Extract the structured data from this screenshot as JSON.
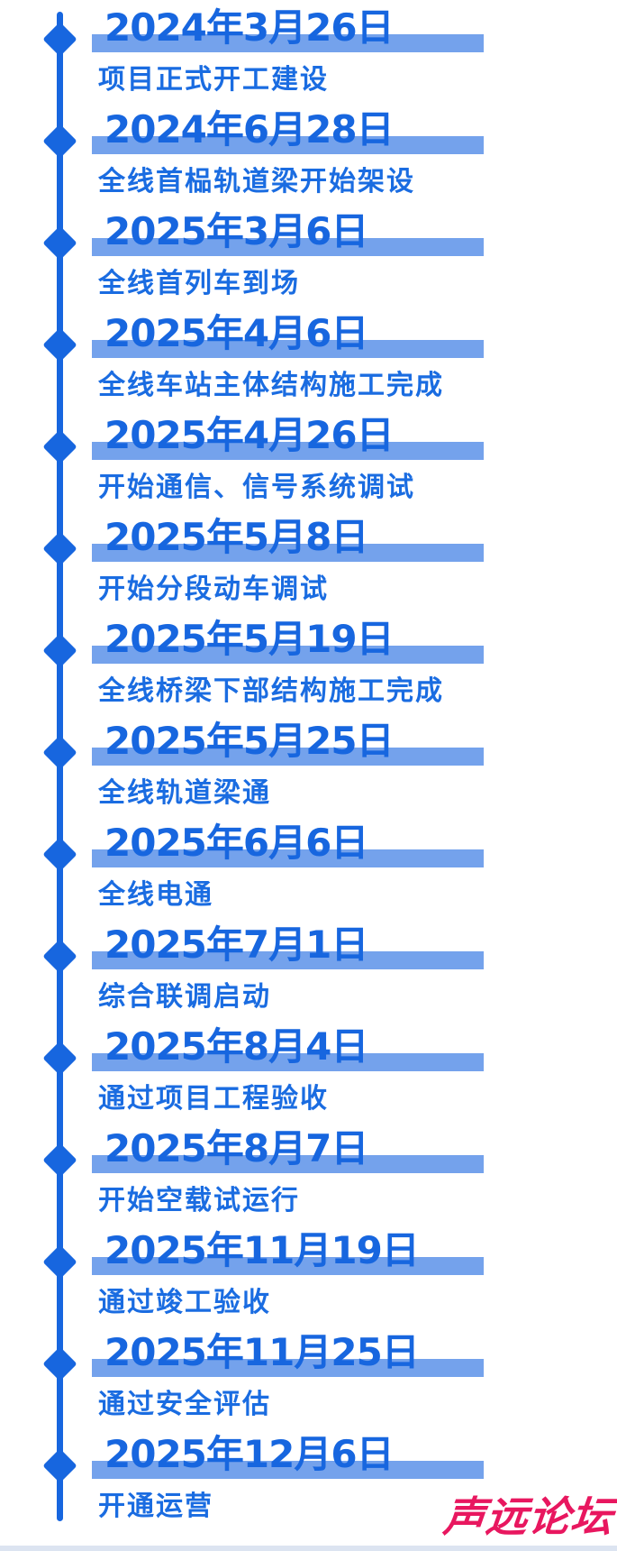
{
  "timeline": {
    "items": [
      {
        "date": "2024年3月26日",
        "description": "项目正式开工建设"
      },
      {
        "date": "2024年6月28日",
        "description": "全线首榀轨道梁开始架设"
      },
      {
        "date": "2025年3月6日",
        "description": "全线首列车到场"
      },
      {
        "date": "2025年4月6日",
        "description": "全线车站主体结构施工完成"
      },
      {
        "date": "2025年4月26日",
        "description": "开始通信、信号系统调试"
      },
      {
        "date": "2025年5月8日",
        "description": "开始分段动车调试"
      },
      {
        "date": "2025年5月19日",
        "description": "全线桥梁下部结构施工完成"
      },
      {
        "date": "2025年5月25日",
        "description": "全线轨道梁通"
      },
      {
        "date": "2025年6月6日",
        "description": "全线电通"
      },
      {
        "date": "2025年7月1日",
        "description": "综合联调启动"
      },
      {
        "date": "2025年8月4日",
        "description": "通过项目工程验收"
      },
      {
        "date": "2025年8月7日",
        "description": "开始空载试运行"
      },
      {
        "date": "2025年11月19日",
        "description": "通过竣工验收"
      },
      {
        "date": "2025年11月25日",
        "description": "通过安全评估"
      },
      {
        "date": "2025年12月6日",
        "description": "开通运营"
      }
    ]
  },
  "watermark": {
    "text": "声远论坛"
  },
  "colors": {
    "accent": "#1766df",
    "descText": "#1a6ce1",
    "highlightBar": "#74a2ec",
    "watermarkRed": "#e8175f",
    "bottomStrip": "#dce4f1"
  }
}
